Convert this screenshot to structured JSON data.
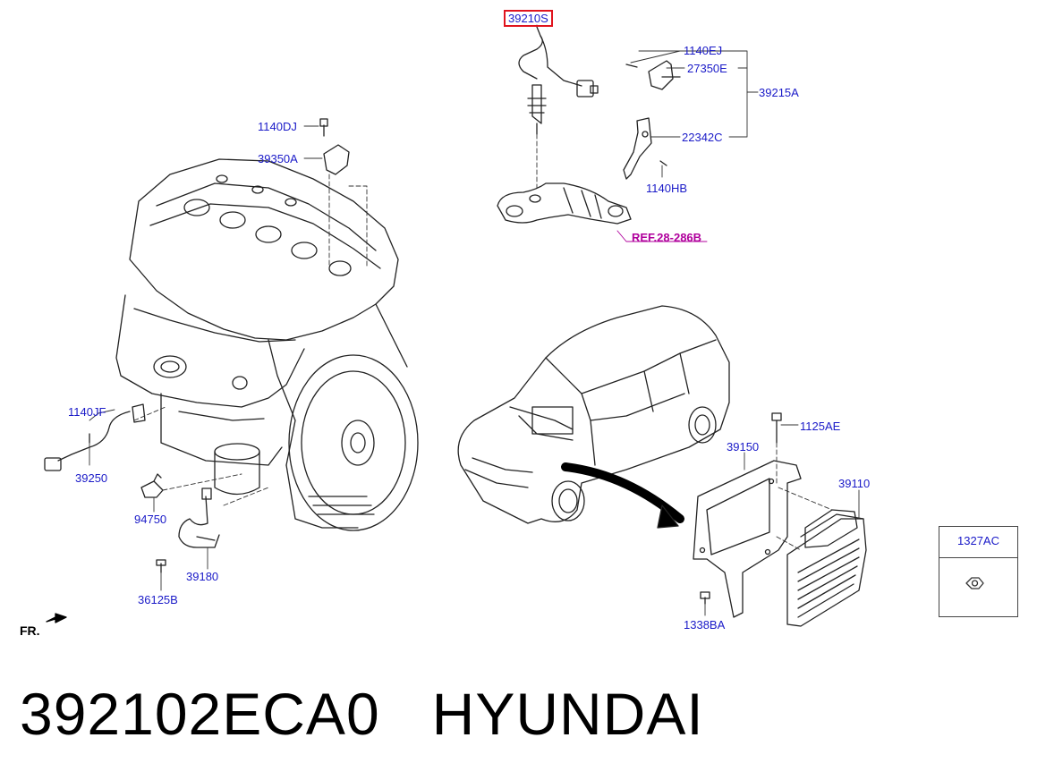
{
  "diagram": {
    "part_labels": [
      {
        "id": "p39210s",
        "text": "39210S",
        "highlight": true
      },
      {
        "id": "p1140ej",
        "text": "1140EJ"
      },
      {
        "id": "p27350e",
        "text": "27350E"
      },
      {
        "id": "p39215a",
        "text": "39215A"
      },
      {
        "id": "p22342c",
        "text": "22342C"
      },
      {
        "id": "p1140hb",
        "text": "1140HB"
      },
      {
        "id": "p1140dj",
        "text": "1140DJ"
      },
      {
        "id": "p39350a",
        "text": "39350A"
      },
      {
        "id": "p1140jf",
        "text": "1140JF"
      },
      {
        "id": "p39250",
        "text": "39250"
      },
      {
        "id": "p94750",
        "text": "94750"
      },
      {
        "id": "p39180",
        "text": "39180"
      },
      {
        "id": "p36125b",
        "text": "36125B"
      },
      {
        "id": "p1125ae",
        "text": "1125AE"
      },
      {
        "id": "p39150",
        "text": "39150"
      },
      {
        "id": "p39110",
        "text": "39110"
      },
      {
        "id": "p1338ba",
        "text": "1338BA"
      }
    ],
    "reference_label": "REF.28-286B",
    "direction_label": "FR.",
    "legend_code": "1327AC"
  },
  "footer": {
    "part_number": "392102ECA0",
    "brand": "HYUNDAI"
  },
  "colors": {
    "label": "#1a1ac8",
    "reference": "#b0009c",
    "highlight": "#e0141e",
    "line": "#222222"
  }
}
